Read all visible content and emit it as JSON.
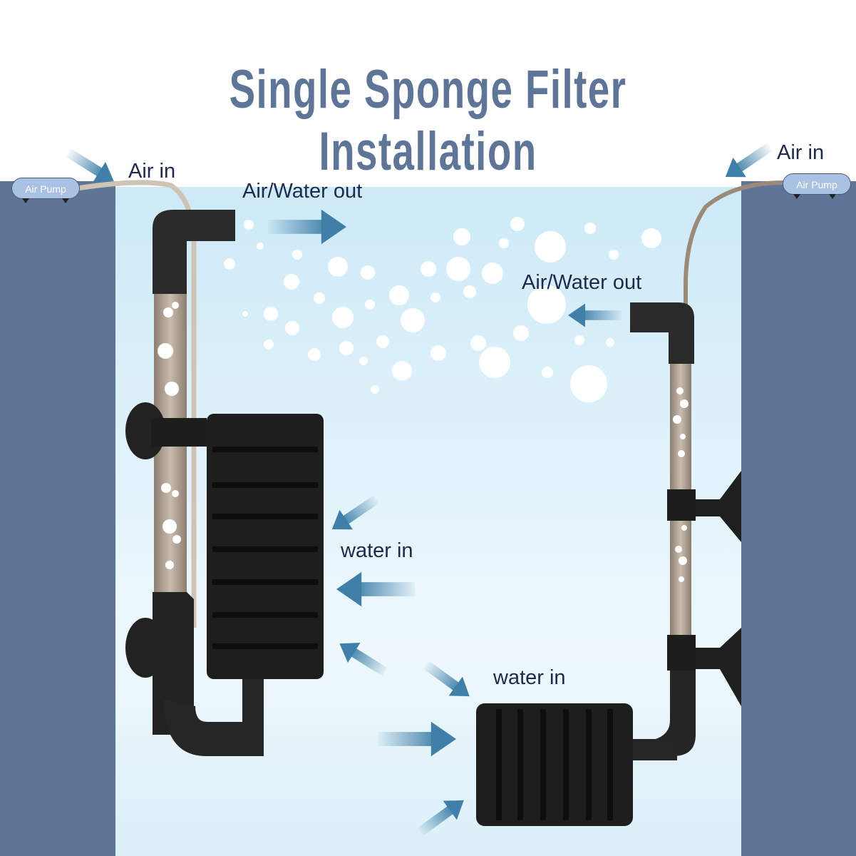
{
  "title": "Single Sponge Filter Installation",
  "labels": {
    "left_air_in": "Air in",
    "left_air_water_out": "Air/Water out",
    "left_water_in": "water in",
    "right_air_in": "Air in",
    "right_air_water_out": "Air/Water out",
    "right_water_in": "water in"
  },
  "pumps": {
    "left": "Air Pump",
    "right": "Air Pump"
  },
  "colors": {
    "title": "#5f7598",
    "wall": "#5f7598",
    "label": "#1d2a4e",
    "arrow": "#3f7fa8",
    "sponge": "#1e1e1e",
    "tube": "#b3a596"
  }
}
